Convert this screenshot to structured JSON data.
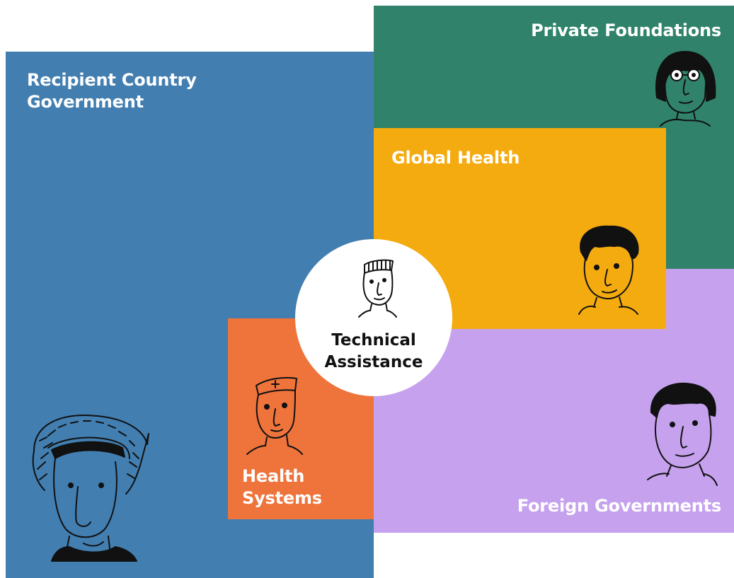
{
  "colors": {
    "recipient": "#427eb0",
    "private": "#30836a",
    "foreign": "#c6a2ee",
    "global": "#f4ab0f",
    "health": "#ee743b",
    "center": "#ffffff",
    "ink": "#111111"
  },
  "regions": {
    "recipient": {
      "label": "Recipient Country\nGovernment",
      "icon": "person-woven-hat-icon"
    },
    "private": {
      "label": "Private Foundations",
      "icon": "person-glasses-icon"
    },
    "global": {
      "label": "Global Health",
      "icon": "person-curly-hair-icon"
    },
    "foreign": {
      "label": "Foreign Governments",
      "icon": "person-wavy-hair-icon"
    },
    "health": {
      "label": "Health\nSystems",
      "icon": "person-nurse-cap-icon"
    },
    "center": {
      "label": "Technical\nAssistance",
      "icon": "person-striped-cap-icon"
    }
  }
}
